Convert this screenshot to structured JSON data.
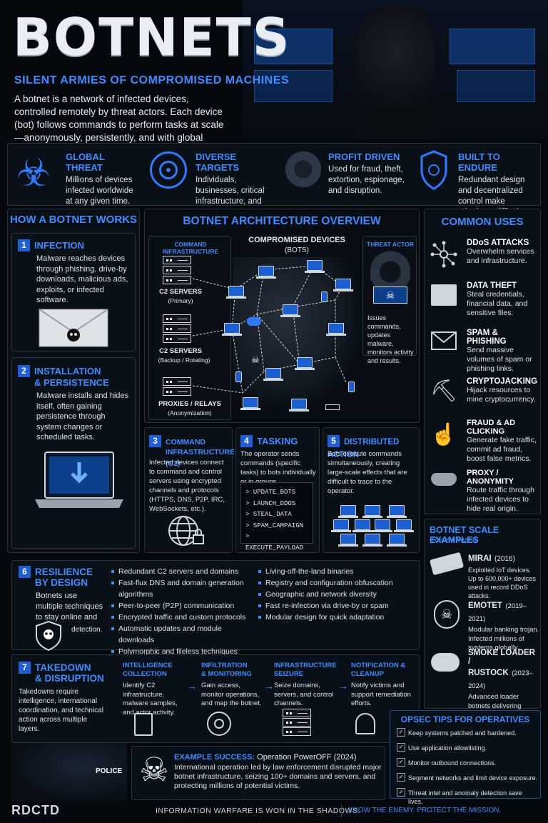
{
  "header": {
    "title": "BOTNETS",
    "subtitle": "SILENT ARMIES OF COMPROMISED MACHINES",
    "intro": "A botnet is a network of infected devices, controlled remotely by threat actors. Each device (bot) follows commands to perform tasks at scale—anonymously, persistently, and with global reach."
  },
  "strip": [
    {
      "title": "GLOBAL THREAT",
      "desc": "Millions of devices infected worldwide at any given time.",
      "icon": "biohazard-icon"
    },
    {
      "title": "DIVERSE TARGETS",
      "desc": "Individuals, businesses, critical infrastructure, and governments.",
      "icon": "target-icon"
    },
    {
      "title": "PROFIT DRIVEN",
      "desc": "Used for fraud, theft, extortion, espionage, and disruption.",
      "icon": "hacker-icon"
    },
    {
      "title": "BUILT TO ENDURE",
      "desc": "Redundant design and decentralized control make takedown difficult.",
      "icon": "shield-icon"
    }
  ],
  "how": {
    "heading": "HOW A BOTNET WORKS",
    "s1": {
      "num": "1",
      "title": "INFECTION",
      "desc": "Malware reaches devices through phishing, drive-by downloads, malicious ads, exploits, or infected software."
    },
    "s2": {
      "num": "2",
      "title": "INSTALLATION",
      "title2": "& PERSISTENCE",
      "desc": "Malware installs and hides itself, often gaining persistence through system changes or scheduled tasks."
    }
  },
  "arch": {
    "heading": "BOTNET ARCHITECTURE OVERVIEW",
    "cmd_infra": "COMMAND INFRASTRUCTURE",
    "devices": "COMPROMISED DEVICES",
    "devices_sub": "(BOTS)",
    "threat_actor": "THREAT ACTOR",
    "actor_desc": "Issues commands, updates malware, monitors activity and results.",
    "c2_primary": "C2 SERVERS",
    "c2_primary_sub": "(Primary)",
    "c2_backup": "C2 SERVERS",
    "c2_backup_sub": "(Backup / Rotating)",
    "proxies": "PROXIES / RELAYS",
    "proxies_sub": "(Anonymization)"
  },
  "s3": {
    "num": "3",
    "title": "COMMAND",
    "title2": "INFRASTRUCTURE (C2)",
    "desc": "Infected devices connect to command and control servers using encrypted channels and protocols (HTTPS, DNS, P2P, IRC, WebSockets, etc.)."
  },
  "s4": {
    "num": "4",
    "title": "TASKING",
    "desc": "The operator sends commands (specific tasks) to bots individually or in groups.",
    "commands": [
      "> UPDATE_BOTS",
      "> LAUNCH_DDOS",
      "> STEAL_DATA",
      "> SPAM_CAMPAIGN",
      "> EXECUTE_PAYLOAD"
    ]
  },
  "s5": {
    "num": "5",
    "title": "DISTRIBUTED ACTION",
    "desc": "Bots execute commands simultaneously, creating large-scale effects that are difficult to trace to the operator."
  },
  "uses": {
    "heading": "COMMON USES",
    "items": [
      {
        "title": "DDoS ATTACKS",
        "desc": "Overwhelm services and infrastructure."
      },
      {
        "title": "DATA THEFT",
        "desc": "Steal credentials, financial data, and sensitive files."
      },
      {
        "title": "SPAM & PHISHING",
        "desc": "Send massive volumes of spam or phishing links."
      },
      {
        "title": "CRYPTOJACKING",
        "desc": "Hijack resources to mine cryptocurrency."
      },
      {
        "title": "FRAUD & AD CLICKING",
        "desc": "Generate fake traffic, commit ad fraud, boost false metrics."
      },
      {
        "title": "PROXY / ANONYMITY",
        "desc": "Route traffic through infected devices to hide real origin."
      }
    ]
  },
  "scale": {
    "heading": "BOTNET SCALE EXAMPLES",
    "sub": "(Recent Years)",
    "items": [
      {
        "title": "MIRAI",
        "year": "(2016)",
        "desc": "Exploited IoT devices. Up to 600,000+ devices used in record DDoS attacks."
      },
      {
        "title": "EMOTET",
        "year": "(2019–2021)",
        "desc": "Modular banking trojan. Infected millions of systems globally."
      },
      {
        "title": "SMOKE LOADER /",
        "title2": "RUSTOCK",
        "year": "(2023–2024)",
        "desc": "Advanced loader botnets delivering stealers and ransomware at scale."
      }
    ]
  },
  "s6": {
    "num": "6",
    "title": "RESILIENCE",
    "title2": "BY DESIGN",
    "desc": "Botnets use multiple techniques to stay online and avoid",
    "desc2": "detection.",
    "col1": [
      "Redundant C2 servers and domains",
      "Fast-flux DNS and domain generation algorithms",
      "Peer-to-peer (P2P) communication",
      "Encrypted traffic and custom protocols",
      "Automatic updates and module downloads",
      "Polymorphic and fileless techniques"
    ],
    "col2": [
      "Living-off-the-land binaries",
      "Registry and configuration obfuscation",
      "Geographic and network diversity",
      "Fast re-infection via drive-by or spam",
      "Modular design for quick adaptation"
    ]
  },
  "s7": {
    "num": "7",
    "title": "TAKEDOWN",
    "title2": "& DISRUPTION",
    "desc": "Takedowns require intelligence, international coordination, and technical action across multiple layers.",
    "police": "POLICE",
    "steps": [
      {
        "t1": "INTELLIGENCE",
        "t2": "COLLECTION",
        "desc": "Identify C2 infrastructure, malware samples, and actor activity."
      },
      {
        "t1": "INFILTRATION",
        "t2": "& MONITORING",
        "desc": "Gain access, monitor operations, and map the botnet."
      },
      {
        "t1": "INFRASTRUCTURE",
        "t2": "SEIZURE",
        "desc": "Seize domains, servers, and control channels."
      },
      {
        "t1": "NOTIFICATION &",
        "t2": "CLEANUP",
        "desc": "Notify victims and support remediation efforts."
      }
    ]
  },
  "success": {
    "label": "EXAMPLE SUCCESS:",
    "name": "Operation PowerOFF (2024)",
    "desc": "International operation led by law enforcement disrupted major botnet infrastructure, seizing 100+ domains and servers, and protecting millions of potential victims."
  },
  "opsec": {
    "heading": "OPSEC TIPS FOR OPERATIVES",
    "items": [
      "Keep systems patched and hardened.",
      "Use application allowlisting.",
      "Monitor outbound connections.",
      "Segment networks and limit device exposure.",
      "Threat intel and anomaly detection save lives."
    ]
  },
  "footer": {
    "brand": "RDCTD",
    "left": "INFORMATION WARFARE IS WON IN THE SHADOWS.",
    "right": "KNOW THE ENEMY. PROTECT THE MISSION."
  },
  "colors": {
    "accent": "#3f8cff",
    "background": "#05080d",
    "panel": "#0a1018"
  }
}
